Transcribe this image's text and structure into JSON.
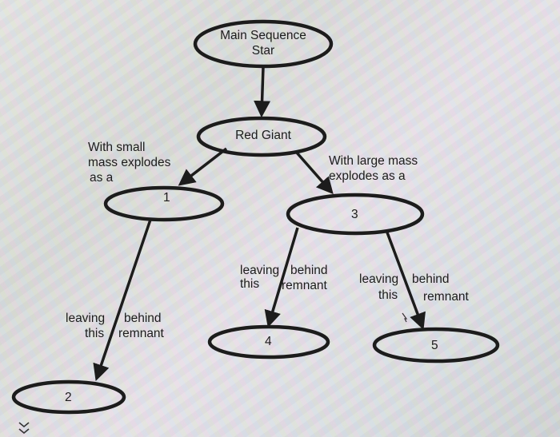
{
  "nodes": {
    "main_sequence": {
      "line1": "Main Sequence",
      "line2": "Star"
    },
    "red_giant": "Red Giant",
    "node1": "1",
    "node2": "2",
    "node3": "3",
    "node4": "4",
    "node5": "5"
  },
  "edges": {
    "small_mass": {
      "line1": "With small",
      "line2": "mass explodes",
      "line3": "as a"
    },
    "large_mass": {
      "line1": "With large mass",
      "line2": "explodes as a"
    },
    "left_remnant": {
      "w1": "leaving",
      "w2": "behind",
      "w3": "this",
      "w4": "remnant"
    },
    "mid_remnant": {
      "w1": "leaving",
      "w2": "behind",
      "w3": "this",
      "w4": "remnant"
    },
    "right_remnant": {
      "w1": "leaving",
      "w2": "behind",
      "w3": "this",
      "w4": "remnant"
    }
  },
  "colors": {
    "ink": "#1c1c1c"
  }
}
